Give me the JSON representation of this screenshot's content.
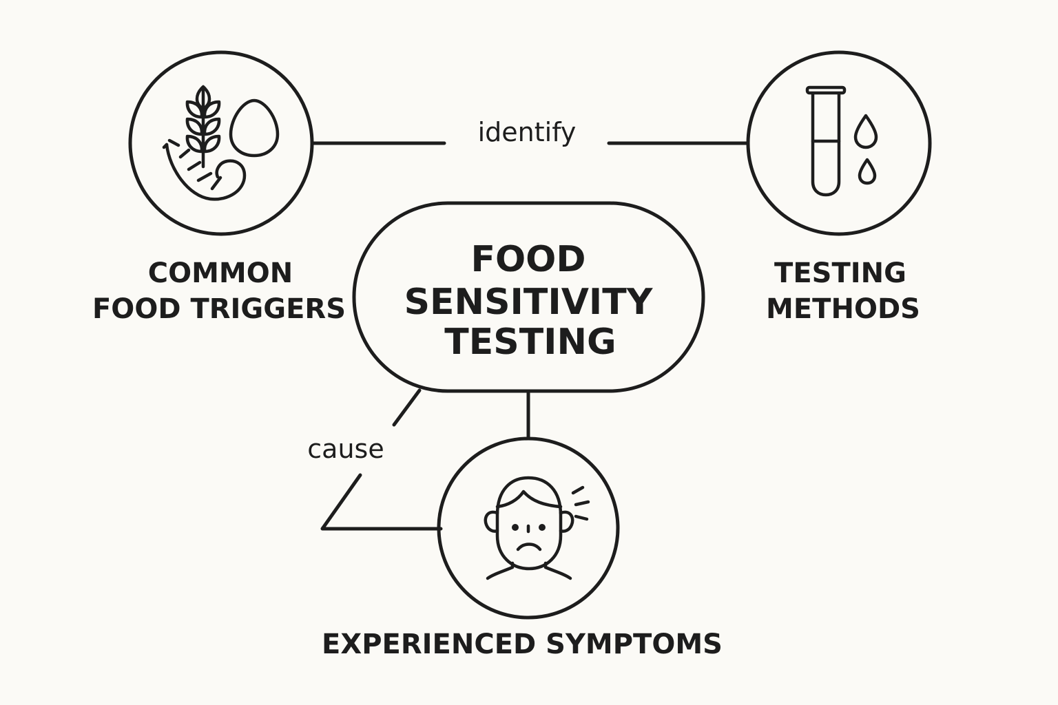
{
  "center": {
    "lines": [
      "FOOD",
      "SENSITIVITY",
      "TESTING"
    ]
  },
  "nodes": {
    "triggers": {
      "lines": [
        "COMMON",
        "FOOD TRIGGERS"
      ],
      "icon": "wheat-egg-shrimp-icon"
    },
    "testing": {
      "lines": [
        "TESTING",
        "METHODS"
      ],
      "icon": "test-tube-drops-icon"
    },
    "symptoms": {
      "lines": [
        "EXPERIENCED SYMPTOMS"
      ],
      "icon": "sad-face-icon"
    }
  },
  "edges": {
    "identify": "identify",
    "cause": "cause"
  },
  "colors": {
    "ink": "#1d1d1d",
    "background": "#fbfaf6"
  }
}
